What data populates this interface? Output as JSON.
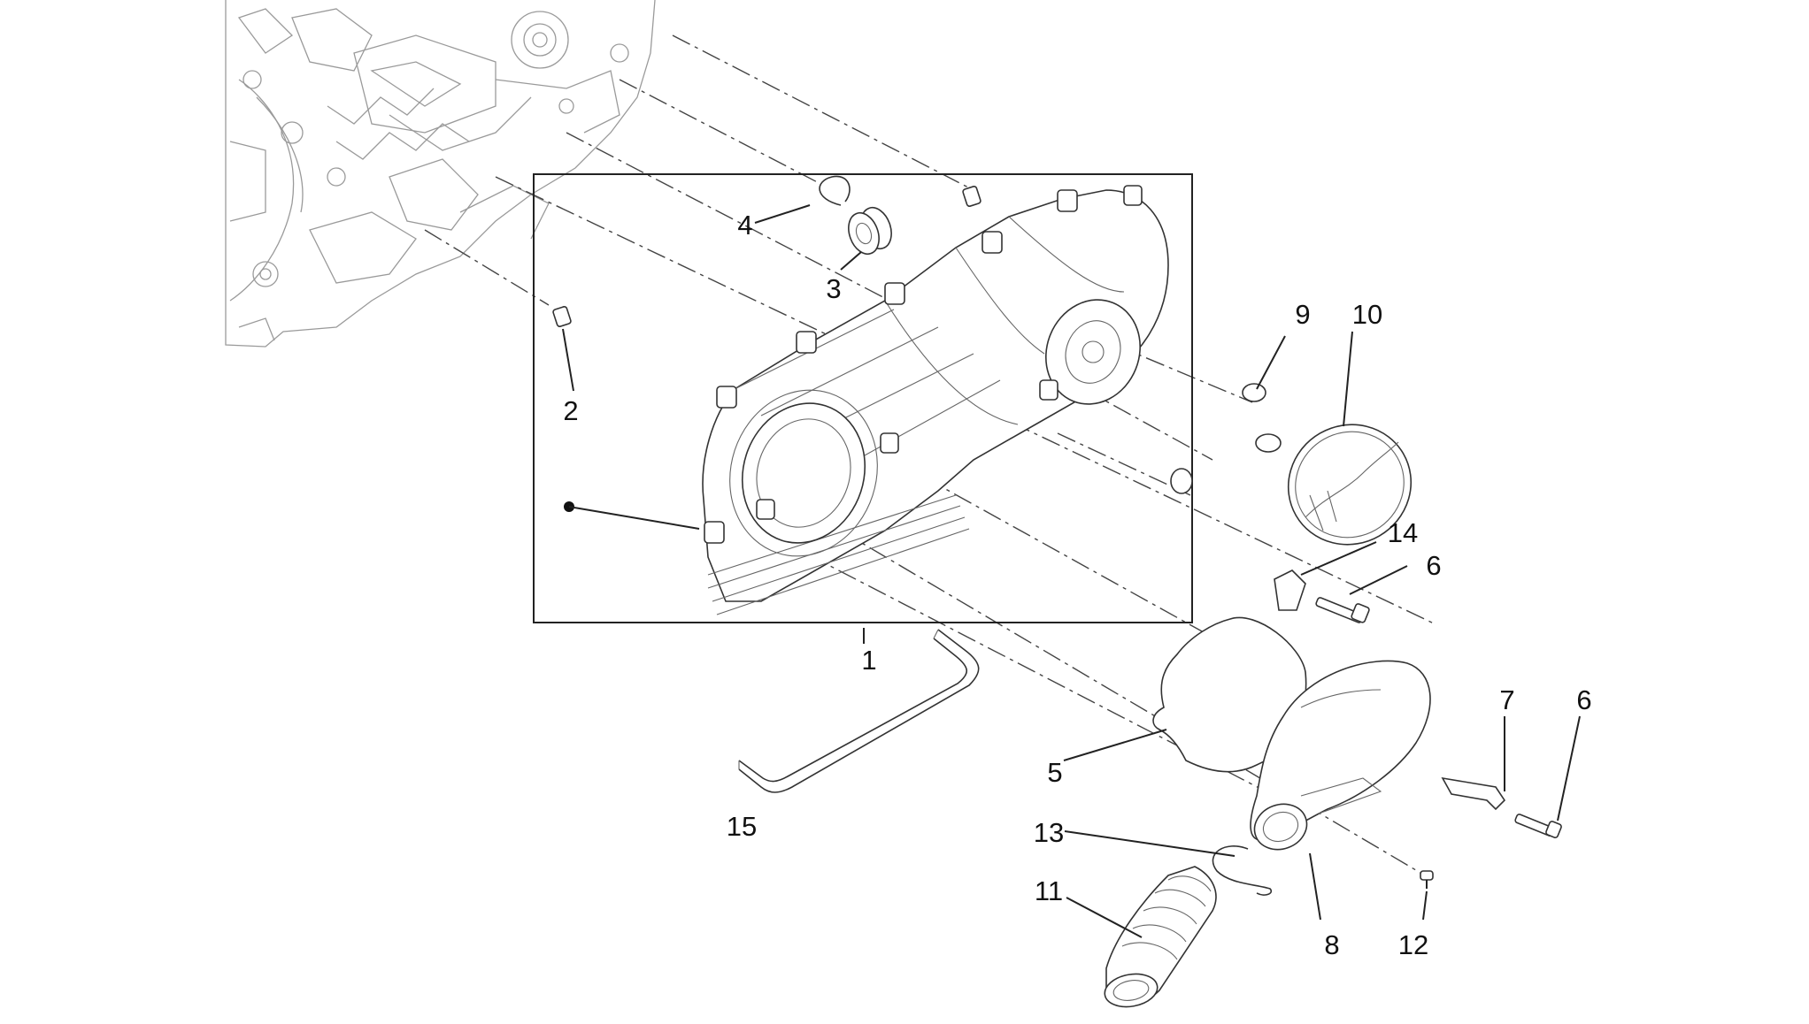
{
  "labels": {
    "p1": "1",
    "p2": "2",
    "p3": "3",
    "p4": "4",
    "p5": "5",
    "p6a": "6",
    "p6b": "6",
    "p7": "7",
    "p8": "8",
    "p9": "9",
    "p10": "10",
    "p11": "11",
    "p12": "12",
    "p13": "13",
    "p14": "14",
    "p15": "15"
  },
  "colors": {
    "line": "#222222",
    "engine_block": "#9a9a9a",
    "background": "#ffffff"
  }
}
